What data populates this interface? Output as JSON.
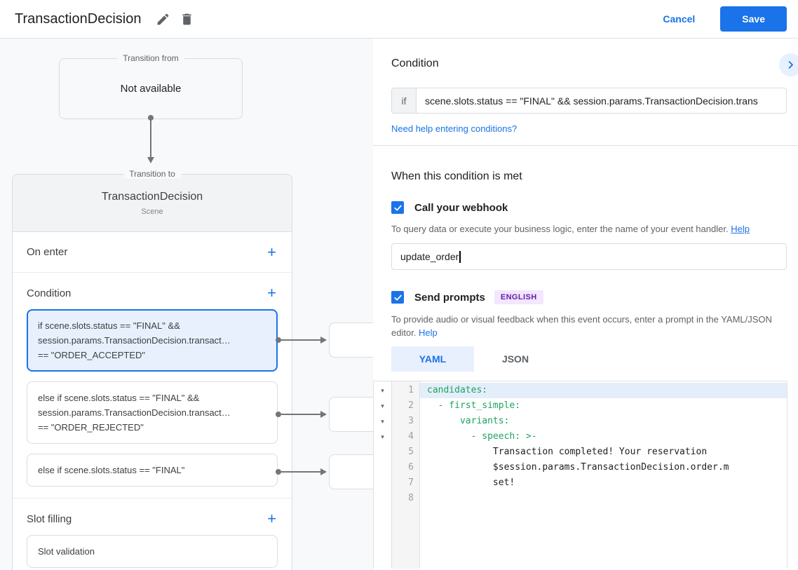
{
  "header": {
    "title": "TransactionDecision",
    "cancel_label": "Cancel",
    "save_label": "Save"
  },
  "icons": {
    "plus_glyph": "+",
    "fold_glyph": "▾",
    "pencil": "pencil-icon",
    "trash": "trash-icon",
    "chevron_right": "chevron-right-icon",
    "check": "check-icon"
  },
  "diagram": {
    "transition_from": {
      "legend": "Transition from",
      "message": "Not available"
    },
    "transition_to": {
      "legend": "Transition to",
      "title": "TransactionDecision",
      "subtitle": "Scene"
    },
    "on_enter": {
      "label": "On enter"
    },
    "condition": {
      "label": "Condition",
      "cards": [
        {
          "text": "if scene.slots.status == \"FINAL\" &&\nsession.params.TransactionDecision.transact…\n== \"ORDER_ACCEPTED\"",
          "selected": true
        },
        {
          "text": "else if scene.slots.status == \"FINAL\" &&\nsession.params.TransactionDecision.transact…\n== \"ORDER_REJECTED\"",
          "selected": false
        },
        {
          "text": "else if scene.slots.status == \"FINAL\"",
          "selected": false
        }
      ]
    },
    "slot_filling": {
      "label": "Slot filling",
      "card": "Slot validation"
    }
  },
  "panel": {
    "condition_heading": "Condition",
    "if_label": "if",
    "if_value": "scene.slots.status == \"FINAL\" && session.params.TransactionDecision.trans",
    "conditions_help_link": "Need help entering conditions?",
    "when_heading": "When this condition is met",
    "webhook": {
      "label": "Call your webhook",
      "checked": true,
      "description": "To query data or execute your business logic, enter the name of your event handler.",
      "help_link": "Help",
      "value": "update_order"
    },
    "prompts": {
      "label": "Send prompts",
      "checked": true,
      "badge": "ENGLISH",
      "description": "To provide audio or visual feedback when this event occurs, enter a prompt in the YAML/JSON editor.",
      "help_link": "Help"
    },
    "tabs": {
      "yaml": "YAML",
      "json": "JSON",
      "active": "YAML"
    },
    "editor": {
      "lines": [
        {
          "n": "1",
          "text": "candidates:"
        },
        {
          "n": "2",
          "text": "  - first_simple:"
        },
        {
          "n": "3",
          "text": "      variants:"
        },
        {
          "n": "4",
          "text": "        - speech: >-"
        },
        {
          "n": "5",
          "text": "            Transaction completed! Your reservation"
        },
        {
          "n": "6",
          "text": "            $session.params.TransactionDecision.order.m"
        },
        {
          "n": "7",
          "text": "            set!"
        },
        {
          "n": "8",
          "text": ""
        }
      ]
    }
  },
  "colors": {
    "accent": "#1a73e8",
    "selected_card_bg": "#e8f0fe",
    "badge_bg": "#f2e7fe",
    "badge_text": "#681da8",
    "yaml_key_green": "#1ea45e",
    "active_line_bg": "#e4eefa",
    "canvas_bg": "#f8f9fa"
  }
}
